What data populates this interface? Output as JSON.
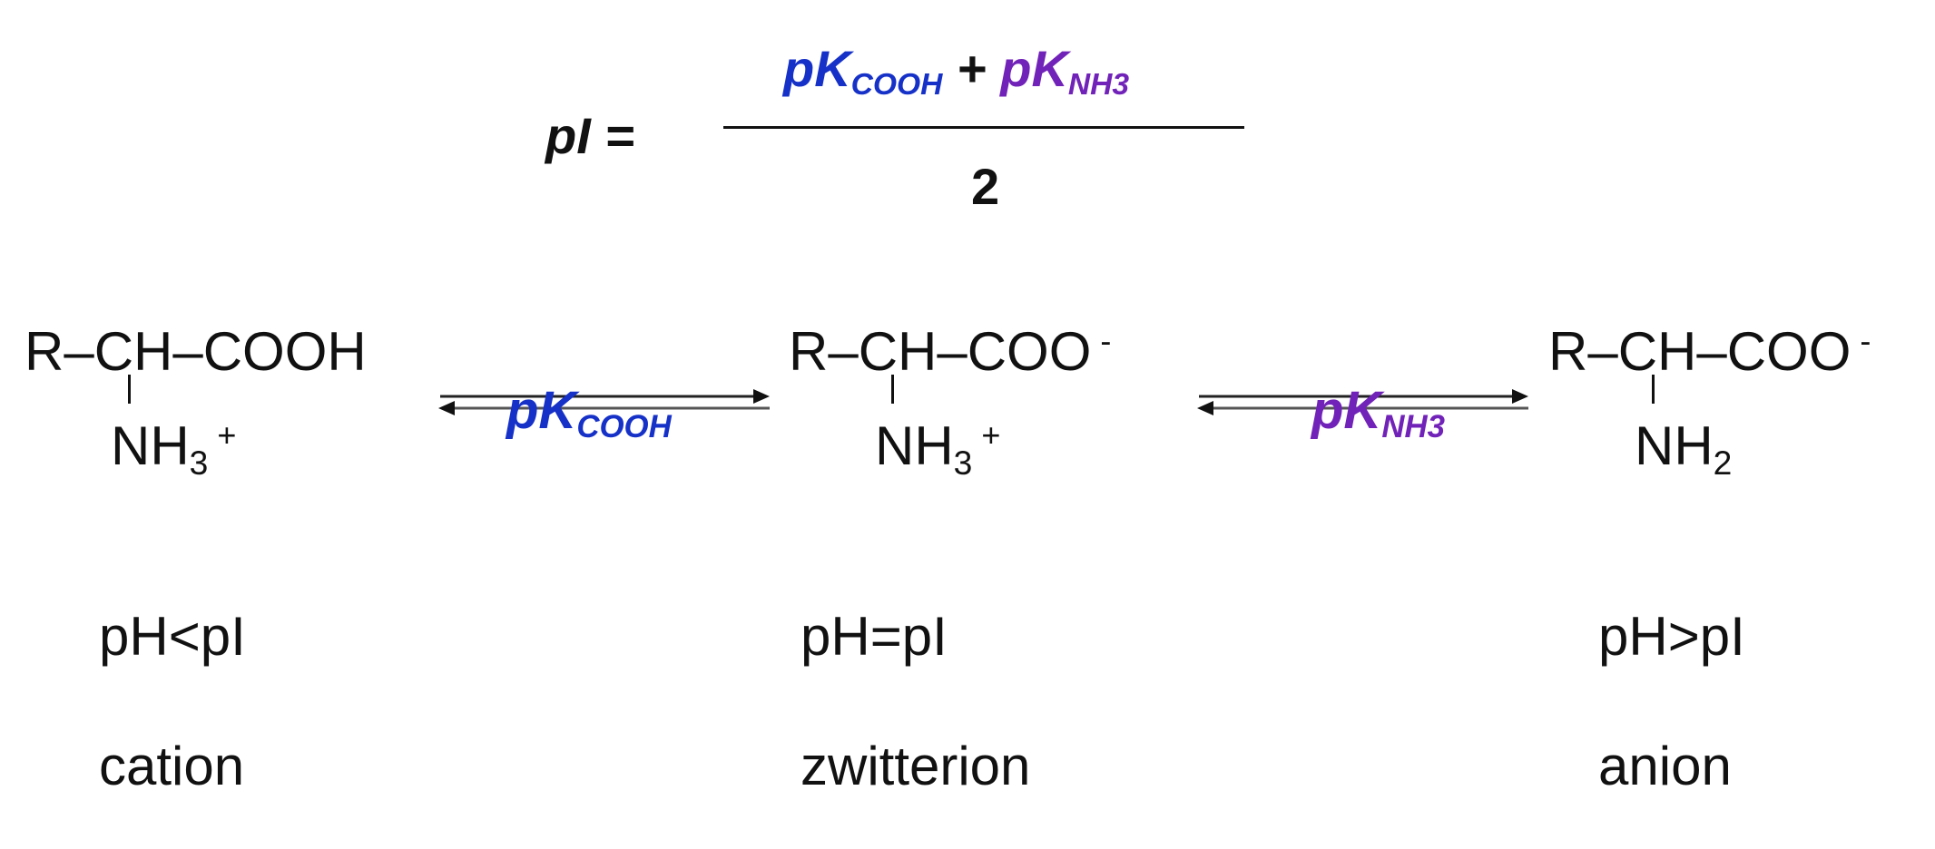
{
  "formula": {
    "lhs": "pI =",
    "num_pk1": "pK",
    "num_pk1_sub": "COOH",
    "plus": "+",
    "num_pk2": "pK",
    "num_pk2_sub": "NH3",
    "denominator": "2"
  },
  "species": [
    {
      "chain": "R–CH–COOH",
      "amine": "NH",
      "amine_sub": "3",
      "charge": "+",
      "condition": "pH<pI",
      "name": "cation"
    },
    {
      "chain": "R–CH–COO",
      "chain_charge": "-",
      "amine": "NH",
      "amine_sub": "3",
      "charge": "+",
      "condition": "pH=pI",
      "name": "zwitterion"
    },
    {
      "chain": "R–CH–COO",
      "chain_charge": "-",
      "amine": "NH",
      "amine_sub": "2",
      "condition": "pH>pI",
      "name": "anion"
    }
  ],
  "equilibria": [
    {
      "pk": "pK",
      "sub": "COOH"
    },
    {
      "pk": "pK",
      "sub": "NH3"
    }
  ],
  "colors": {
    "cooh": "#1631c8",
    "nh3": "#7122b8",
    "text": "#111111"
  }
}
